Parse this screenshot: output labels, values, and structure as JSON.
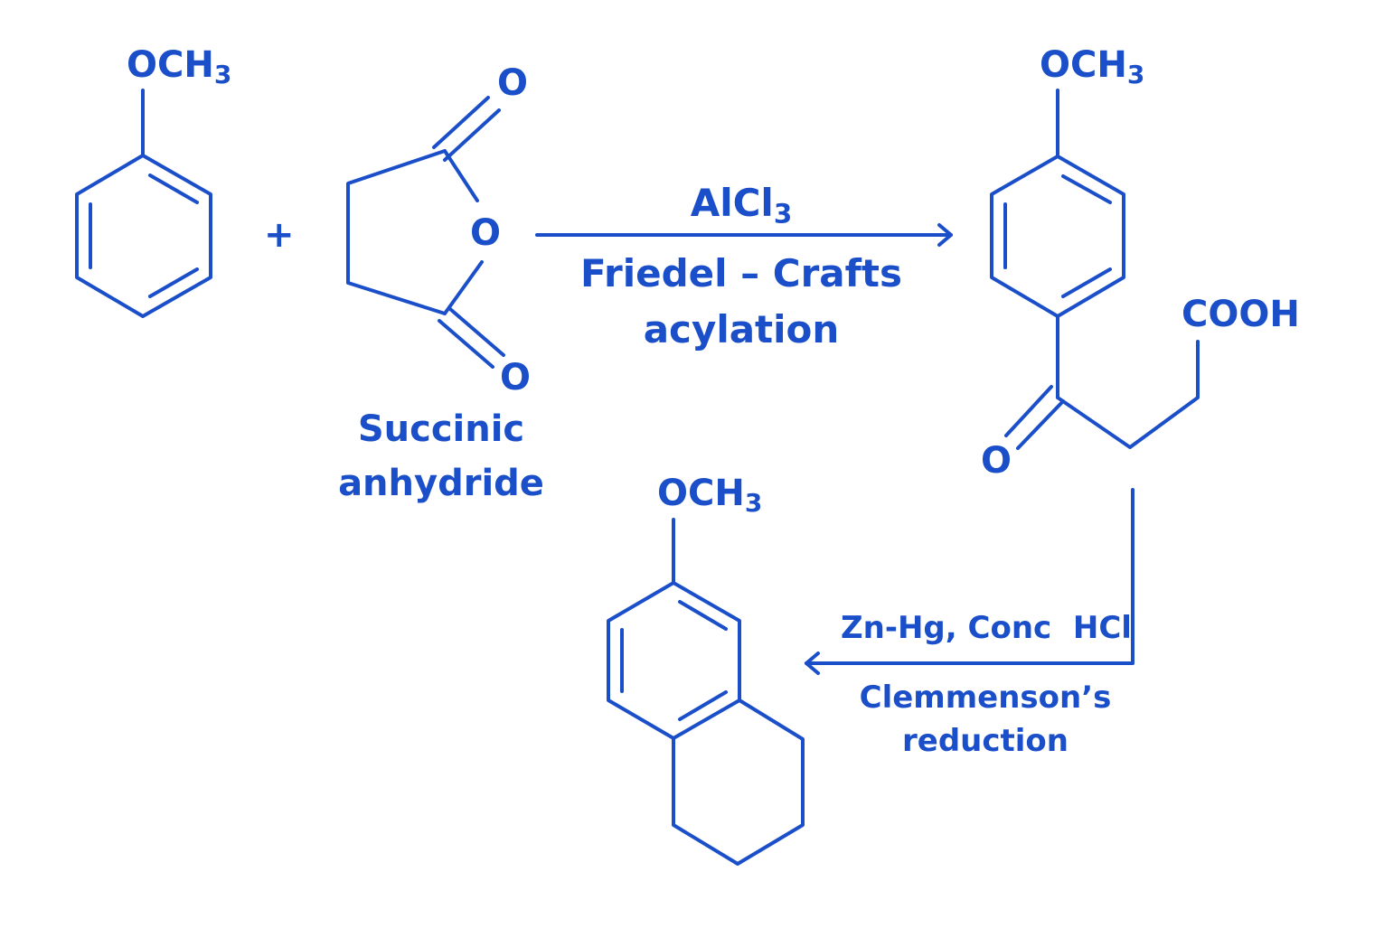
{
  "reactant": {
    "substituent": "OCH",
    "substituent_sub": "3",
    "plus": "+"
  },
  "anhydride": {
    "oxygen_top": "O",
    "oxygen_ring": "O",
    "oxygen_bottom": "O",
    "name_line1": "Succinic",
    "name_line2": "anhydride"
  },
  "step1": {
    "reagent": "AlCl",
    "reagent_sub": "3",
    "name_line1": "Friedel – Crafts",
    "name_line2": "acylation"
  },
  "intermediate": {
    "substituent": "OCH",
    "substituent_sub": "3",
    "acid_group": "COOH",
    "keto_oxygen": "O"
  },
  "step2": {
    "reagent": "Zn-Hg, Conc  HCl",
    "name_line1": "Clemmenson’s",
    "name_line2": "reduction"
  },
  "product": {
    "substituent": "OCH",
    "substituent_sub": "3"
  },
  "colors": {
    "ink": "#1a4fc9",
    "background": "#ffffff"
  }
}
